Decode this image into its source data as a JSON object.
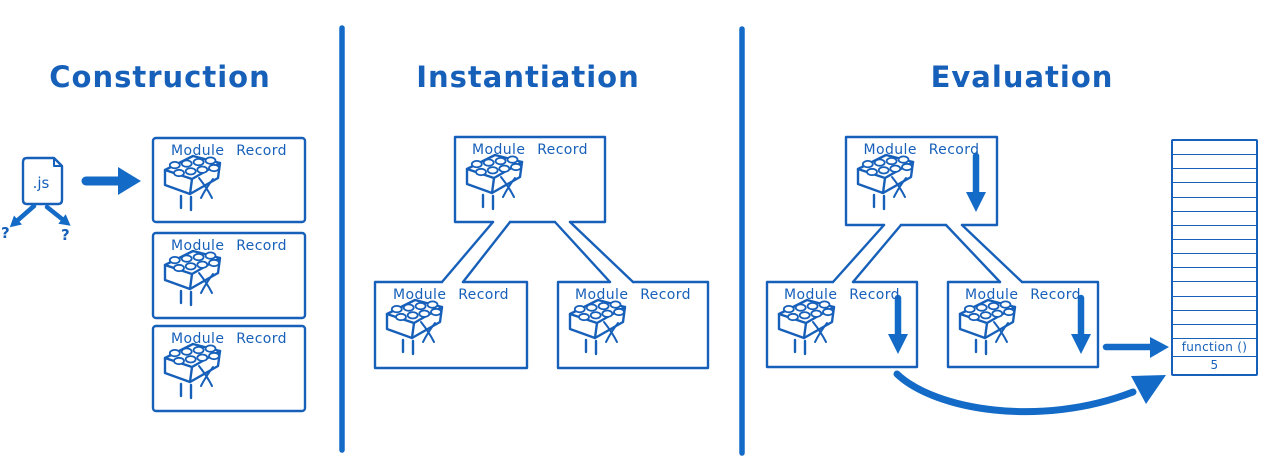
{
  "colors": {
    "ink": "#1760ba",
    "bold": "#146bc7",
    "background": "#ffffff"
  },
  "icons": {
    "module_box_icon": "lego-brick-icon",
    "source_file_icon": "js-file-icon",
    "flow_icons": [
      "right-arrow-icon",
      "down-arrow-icon",
      "curved-arrow-icon"
    ]
  },
  "sections": {
    "construction": {
      "title": "Construction",
      "file_label": ".js",
      "question_left": "?",
      "question_right": "?",
      "boxes": [
        {
          "label": "Module Record"
        },
        {
          "label": "Module Record"
        },
        {
          "label": "Module Record"
        }
      ]
    },
    "instantiation": {
      "title": "Instantiation",
      "boxes": [
        {
          "label": "Module Record"
        },
        {
          "label": "Module Record"
        },
        {
          "label": "Module Record"
        }
      ]
    },
    "evaluation": {
      "title": "Evaluation",
      "boxes": [
        {
          "label": "Module Record"
        },
        {
          "label": "Module Record"
        },
        {
          "label": "Module Record"
        }
      ],
      "memory": {
        "rows": [
          "",
          "",
          "",
          "",
          "",
          "",
          "",
          "",
          "",
          "",
          "",
          "",
          "",
          "",
          "function ()",
          "5"
        ]
      }
    }
  }
}
